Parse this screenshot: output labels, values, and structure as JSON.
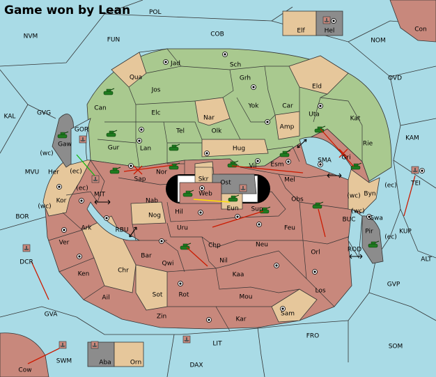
{
  "header": {
    "title": "Game won by Lean",
    "power": "POL"
  },
  "colors": {
    "sea": "#a9dbe6",
    "green": "#a9c98f",
    "tan": "#e6c79b",
    "red": "#c8887c",
    "gray": "#8c8c8c"
  },
  "labels": {
    "NVM": "NVM",
    "FUN": "FUN",
    "COB": "COB",
    "NOM": "NOM",
    "Con": "Con",
    "Elf": "Elf",
    "Hel": "Hel",
    "OVD": "OVD",
    "KAL": "KAL",
    "GVG": "GVG",
    "KAM": "KAM",
    "MVU": "MVU",
    "BOR": "BOR",
    "ALT": "ALT",
    "KUP": "KUP",
    "GVP": "GVP",
    "GVA": "GVA",
    "FRO": "FRO",
    "SOM": "SOM",
    "LIT": "LIT",
    "SWM": "SWM",
    "DAX": "DAX",
    "Cow": "Cow",
    "Aba": "Aba",
    "Orn": "Orn",
    "Qua": "Qua",
    "Jad": "Jad",
    "Sch": "Sch",
    "Jos": "Jos",
    "Grh": "Grh",
    "Can": "Can",
    "Elc": "Elc",
    "Yok": "Yok",
    "Car": "Car",
    "Eld": "Eld",
    "Nar": "Nar",
    "Uta": "Uta",
    "Kat": "Kat",
    "Gur": "Gur",
    "Tel": "Tel",
    "Olk": "Olk",
    "Amp": "Amp",
    "Rie": "Rie",
    "Lan": "Lan",
    "Hug": "Hug",
    "Esm": "Esm",
    "Gri": "Gri",
    "GOR": "GOR",
    "Gaw": "Gaw",
    "SMA": "SMA",
    "Her": "Her",
    "Sap": "Sap",
    "Nor": "Nor",
    "Skr": "Skr",
    "Vil": "Vil",
    "Ost": "Ost",
    "Mel": "Mel",
    "Web": "Web",
    "Byn": "Byn",
    "TEI": "TEI",
    "Kor": "Kor",
    "MIT": "MIT",
    "Nab": "Nab",
    "Hil": "Hil",
    "Eun": "Eun",
    "Obs": "Obs",
    "Sun": "Sun",
    "Gwa": "Gwa",
    "Nog": "Nog",
    "Ark": "Ark",
    "RBU": "RBU",
    "Uru": "Uru",
    "Feu": "Feu",
    "BUC": "BUC",
    "Pir": "Pir",
    "Ver": "Ver",
    "Chp": "Chp",
    "Neu": "Neu",
    "Orl": "Orl",
    "ROD": "ROD",
    "DCR": "DCR",
    "Bar": "Bar",
    "Qwi": "Qwi",
    "Nil": "Nil",
    "Ken": "Ken",
    "Chr": "Chr",
    "Kaa": "Kaa",
    "Sot": "Sot",
    "Rot": "Rot",
    "Ail": "Ail",
    "Mou": "Mou",
    "Los": "Los",
    "Zin": "Zin",
    "Kar": "Kar",
    "Sam": "Sam"
  },
  "coast": {
    "wc1": "(wc)",
    "ec1": "(ec)",
    "wc2": "(wc)",
    "wc3": "(wc)",
    "ec2": "(ec)",
    "wc4": "(wc)",
    "ec3": "(ec)",
    "ec4": "(ec)"
  }
}
